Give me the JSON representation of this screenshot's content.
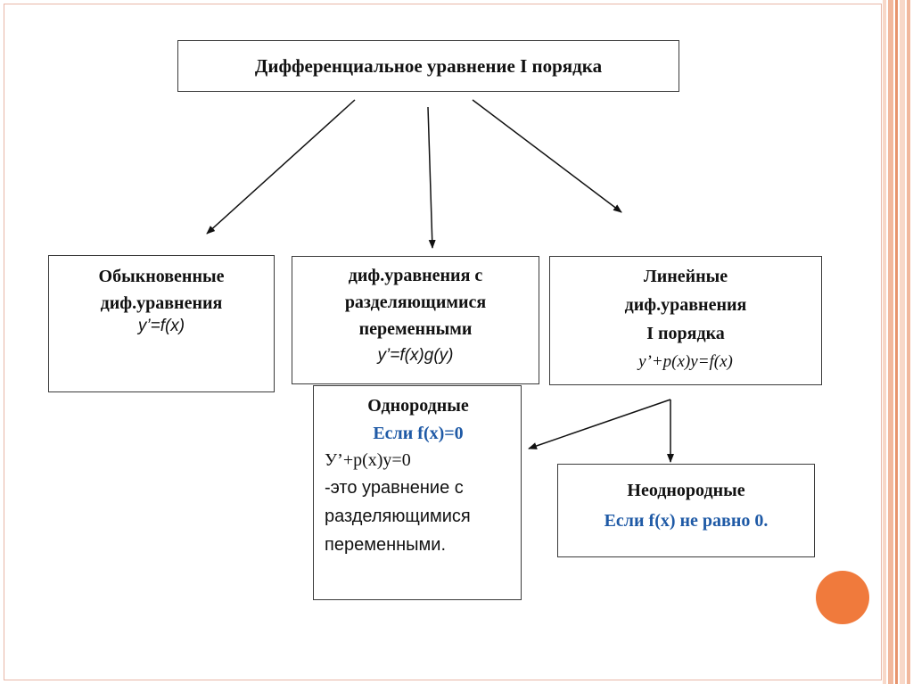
{
  "colors": {
    "frame": "#e8b7a6",
    "stripe_light": "#f8d8c8",
    "stripe_mid": "#f1b89d",
    "stripe_dark": "#e7946d",
    "circle": "#f07a3c",
    "blue_text": "#1f5aa6",
    "border": "#3a3a3a"
  },
  "diagram": {
    "title": "Дифференциальное уравнение  I порядка",
    "ordinary": {
      "line1": "Обыкновенные",
      "line2": "диф.уравнения",
      "formula": "y’=f(x)"
    },
    "separable": {
      "line1": "диф.уравнения с",
      "line2": "разделяющимися",
      "line3": "переменными",
      "formula": "y’=f(x)g(y)"
    },
    "linear": {
      "line1": "Линейные",
      "line2": "диф.уравнения",
      "line3": "I порядка",
      "formula": "y’+p(x)y=f(x)"
    },
    "homogeneous": {
      "title": "Однородные",
      "condition": "Если f(x)=0",
      "equation": "У’+р(х)у=0",
      "desc1": "-это уравнение с",
      "desc2": "разделяющимися",
      "desc3": "переменными."
    },
    "inhomogeneous": {
      "title": "Неоднородные",
      "condition": "Если f(x) не равно 0."
    }
  }
}
